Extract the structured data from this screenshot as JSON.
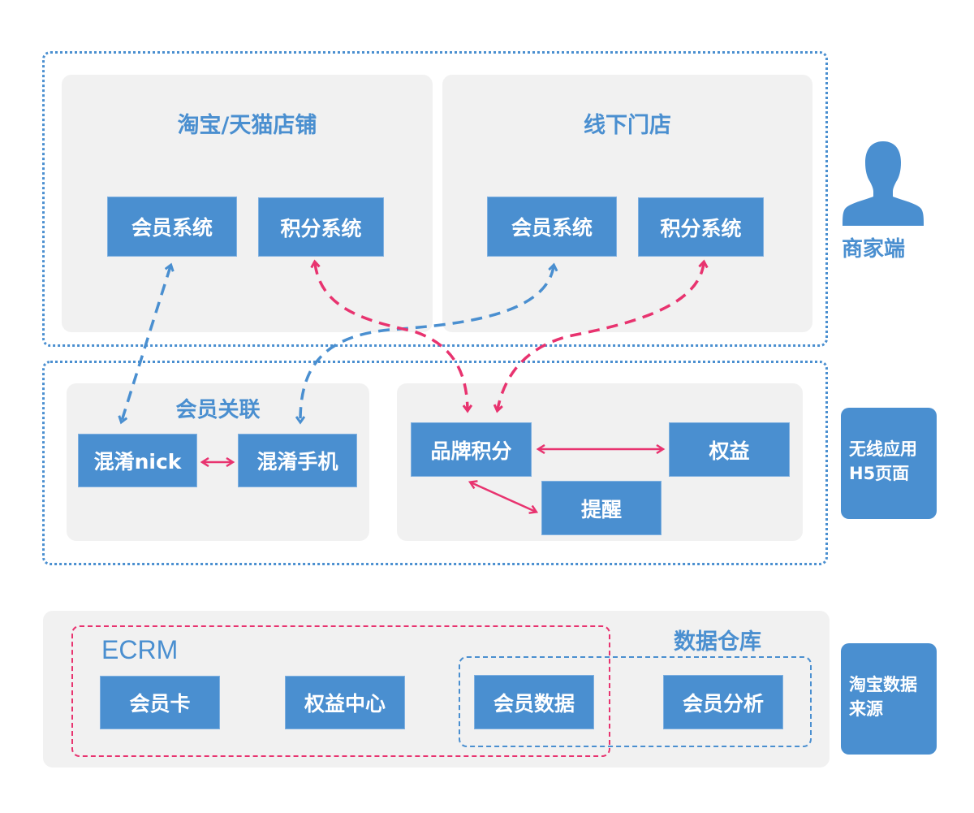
{
  "colors": {
    "primary": "#4a8fd0",
    "accent": "#e8336f",
    "panel": "#f1f1f1"
  },
  "merchant_layer": {
    "taobao_store": {
      "title": "淘宝/天猫店铺",
      "member_system": "会员系统",
      "points_system": "积分系统"
    },
    "offline_store": {
      "title": "线下门店",
      "member_system": "会员系统",
      "points_system": "积分系统"
    },
    "side": {
      "icon": "user-silhouette-icon",
      "label": "商家端"
    }
  },
  "wireless_layer": {
    "member_link": {
      "title": "会员关联",
      "obfuscated_nick": "混淆nick",
      "obfuscated_phone": "混淆手机"
    },
    "brand": {
      "brand_points": "品牌积分",
      "benefits": "权益",
      "reminder": "提醒"
    },
    "side": {
      "line1": "无线应用",
      "line2": "H5页面"
    }
  },
  "data_layer": {
    "ecrm": {
      "title": "ECRM",
      "member_card": "会员卡",
      "benefit_center": "权益中心"
    },
    "warehouse": {
      "title": "数据仓库",
      "member_data": "会员数据",
      "member_analysis": "会员分析"
    },
    "side": {
      "line1": "淘宝数据",
      "line2": "来源"
    }
  }
}
